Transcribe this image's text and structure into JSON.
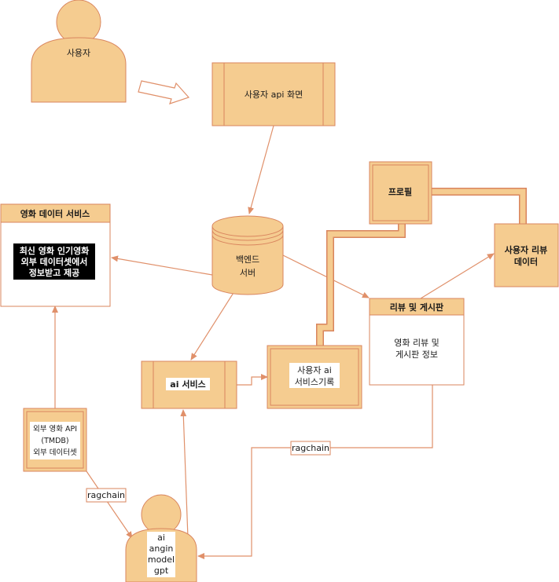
{
  "actor_user": "사용자",
  "api_screen": "사용자 api 화면",
  "backend": {
    "line1": "백엔드",
    "line2": "서버"
  },
  "movie_service": {
    "title": "영화 데이터 서비스",
    "body": [
      "최신 영화 인기영화",
      "외부 데이터셋에서",
      "정보받고 제공"
    ]
  },
  "profile": "프로필",
  "user_review_data": {
    "line1": "사용자 리뷰",
    "line2": "데이터"
  },
  "review_board": {
    "title": "리뷰 및 게시판",
    "body": [
      "영화 리뷰 및",
      "게시판 정보"
    ]
  },
  "ai_service": "ai 서비스",
  "user_ai_record": {
    "line1": "사용자 ai",
    "line2": "서비스기록"
  },
  "external_api": {
    "line1": "외부 영화 API",
    "line2": "(TMDB)",
    "line3": "외부 데이터셋"
  },
  "ragchain_left": "ragchain",
  "ragchain_right": "ragchain",
  "ai_actor": [
    "ai",
    "angin",
    "model",
    "gpt"
  ],
  "colors": {
    "fill": "#f5cc90",
    "stroke": "#d9855e",
    "edge": "#e0906a",
    "black_box": "#000000"
  }
}
